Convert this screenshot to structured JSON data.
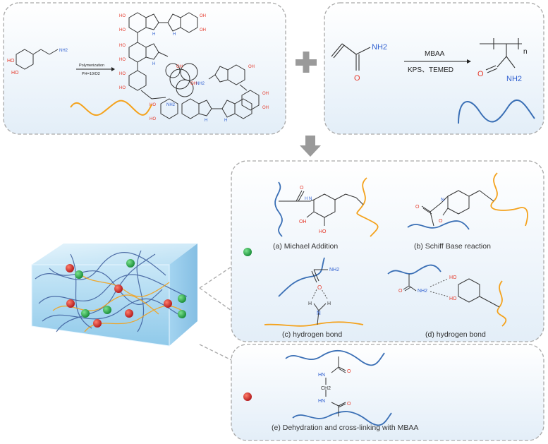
{
  "chemistry": {
    "dopamine": {
      "ho_top": "HO",
      "ho_bottom": "HO",
      "amine": "NH2"
    },
    "polymerization": {
      "reagent": "Polymerization",
      "conditions": "PH=10/O2"
    },
    "pda_labels": {
      "oh": "OH",
      "ho": "HO",
      "nh": "H",
      "n_label": "N",
      "nh2": "NH2"
    },
    "acrylamide": {
      "nh2": "NH2",
      "o": "O"
    },
    "reaction": {
      "catalyst_top": "MBAA",
      "catalyst_bottom": "KPS、TEMED"
    },
    "pam": {
      "n": "n",
      "o": "O",
      "nh2": "NH2"
    }
  },
  "mechanisms": {
    "a": {
      "label": "(a)  Michael Addition",
      "o": "O",
      "nh": "H N",
      "oh": "OH",
      "ho": "HO"
    },
    "b": {
      "label": "(b)  Schiff Base reaction",
      "o": "O",
      "n": "N",
      "o2": "O"
    },
    "c": {
      "label": "(c)  hydrogen bond",
      "nh2": "NH2",
      "o": "O",
      "n": "N",
      "h1": "H",
      "h2": "H"
    },
    "d": {
      "label": "(d)  hydrogen bond",
      "o": "O",
      "nh2": "NH2",
      "ho1": "HO",
      "ho2": "HO"
    },
    "e": {
      "label": "(e)  Dehydration and cross-linking with MBAA",
      "hn1": "HN",
      "hn2": "HN",
      "ch2": "CH2",
      "o1": "O",
      "o2": "O"
    }
  },
  "colors": {
    "pda_chain": "#f4a21c",
    "pam_chain": "#3a6fb5",
    "green_node": "#22a345",
    "red_node": "#d9302c",
    "panel_border": "#a9a9a9",
    "hetero_red": "#e53a2b",
    "hetero_blue": "#2f5fd0",
    "arrow_gray": "#9a9a9a"
  }
}
